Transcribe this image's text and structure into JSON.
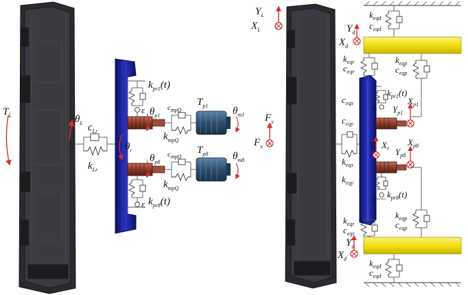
{
  "left_panel": {
    "cabinet_labels": {
      "torque": "T",
      "torque_sub": "L",
      "angle": "θ",
      "angle_sub": "L",
      "damping": "c",
      "damping_sub": "Lr",
      "stiffness": "k",
      "stiffness_sub": "Lr"
    },
    "ring_labels": {
      "angle": "θ",
      "angle_sub": "r"
    },
    "stage_top": {
      "kpr": "k",
      "kpr_sub": "pr1",
      "kpr_t": "(t)",
      "eps": "ε",
      "theta_p": "θ",
      "theta_p_sub": "p1",
      "cmp": "c",
      "cmp_sub": "mpQ",
      "kmp": "k",
      "kmp_sub": "mpQ",
      "tp": "T",
      "tp_sub": "p1",
      "theta_m": "θ",
      "theta_m_sub": "m1"
    },
    "stage_bottom": {
      "kpr": "k",
      "kpr_sub": "pr8",
      "kpr_t": "(t)",
      "eps": "ε",
      "theta_p": "θ",
      "theta_p_sub": "p8",
      "cmp": "c",
      "cmp_sub": "mpQ",
      "kmp": "k",
      "kmp_sub": "mpQ",
      "tp": "T",
      "tp_sub": "p8",
      "theta_m": "θ",
      "theta_m_sub": "m8"
    }
  },
  "right_panel": {
    "YL": "Y",
    "YL_sub": "L",
    "XL": "X",
    "XL_sub": "L",
    "Fy": "F",
    "Fy_sub": "y",
    "Fx": "F",
    "Fx_sub": "x",
    "top_k_eqd": "k",
    "top_k_eqd_sub": "eqd",
    "top_c_eqd": "c",
    "top_c_eqd_sub": "eqd",
    "top_Yd": "Y",
    "top_Yd_sub": "d",
    "top_Xd": "X",
    "top_Xd_sub": "d",
    "k_eqr_top": "k",
    "k_eqr_top_sub": "eqr",
    "c_eqr_top": "c",
    "c_eqr_top_sub": "eqr",
    "k_eqp_top": "k",
    "k_eqp_top_sub": "eqp",
    "c_eqp_top": "c",
    "c_eqp_top_sub": "eqp",
    "c_eqx": "c",
    "c_eqx_sub": "eqx",
    "c_eqy": "c",
    "c_eqy_sub": "eqy",
    "k_eqx": "k",
    "k_eqx_sub": "eqx",
    "k_eqy": "k",
    "k_eqy_sub": "eqy",
    "kpr1": "k",
    "kpr1_sub": "pr1",
    "kpr1_t": "(t)",
    "Yp1": "Y",
    "Yp1_sub": "p1",
    "Xp1": "X",
    "Xp1_sub": "p1",
    "eps1": "ε",
    "Yr": "Y",
    "Yr_sub": "r",
    "Xr": "X",
    "Xr_sub": "r",
    "Xp8": "X",
    "Xp8_sub": "p8",
    "Yp8": "Y",
    "Yp8_sub": "p8",
    "kpr8": "k",
    "kpr8_sub": "pr8",
    "kpr8_t": "(t)",
    "eps8": "ε",
    "k_eqr_bot": "k",
    "k_eqr_bot_sub": "eqr",
    "c_eqr_bot": "c",
    "c_eqr_bot_sub": "eqr",
    "k_eqp_bot": "k",
    "k_eqp_bot_sub": "eqp",
    "c_eqp_bot": "c",
    "c_eqp_bot_sub": "eqp",
    "bot_Yd": "Y",
    "bot_Yd_sub": "d",
    "bot_Xd": "X",
    "bot_Xd_sub": "d",
    "bot_k_eqd": "k",
    "bot_k_eqd_sub": "eqd",
    "bot_c_eqd": "c",
    "bot_c_eqd_sub": "eqd"
  },
  "colors": {
    "cabinet": "#2b2b2f",
    "ring": "#1a1f8a",
    "pinion": "#8a3b2c",
    "motor": "#2d4f6e",
    "rail": "#f5e51e",
    "arrow": "#d32f2f"
  }
}
